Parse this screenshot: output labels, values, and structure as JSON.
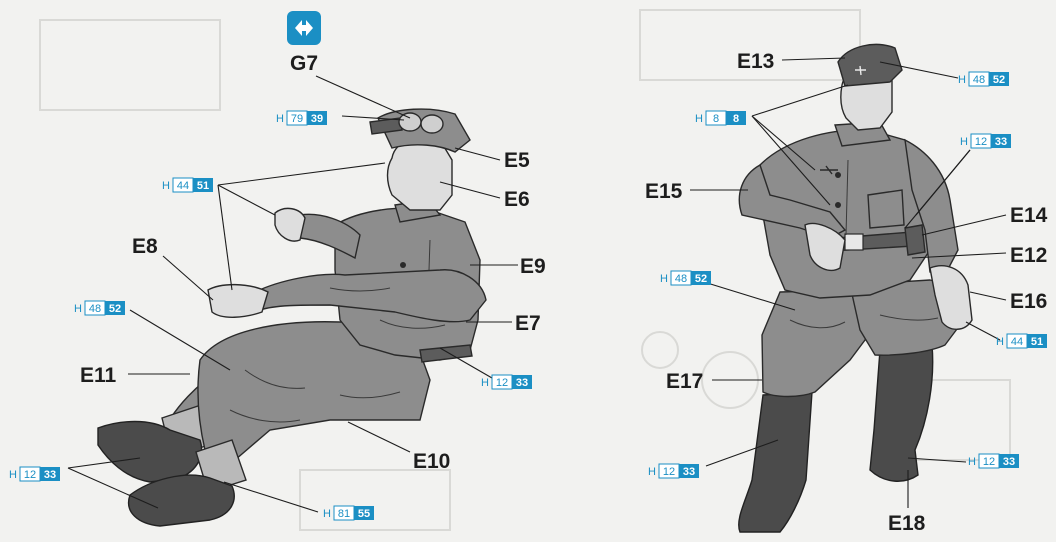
{
  "badge": {
    "label": "G7",
    "icon": "double-arrow-icon",
    "color": "#1b8fc4"
  },
  "colors": {
    "accent": "#1b8fc4",
    "uniform": "#8d8d8d",
    "boots": "#4b4b4b"
  },
  "left_figure": {
    "parts": [
      "E5",
      "E6",
      "E7",
      "E8",
      "E9",
      "E10",
      "E11"
    ],
    "paints": [
      {
        "prefix": "H",
        "a": "79",
        "b": "39"
      },
      {
        "prefix": "H",
        "a": "44",
        "b": "51"
      },
      {
        "prefix": "H",
        "a": "48",
        "b": "52"
      },
      {
        "prefix": "H",
        "a": "12",
        "b": "33"
      },
      {
        "prefix": "H",
        "a": "12",
        "b": "33"
      },
      {
        "prefix": "H",
        "a": "81",
        "b": "55"
      }
    ]
  },
  "right_figure": {
    "parts": [
      "E13",
      "E15",
      "E14",
      "E12",
      "E16",
      "E17",
      "E18"
    ],
    "paints": [
      {
        "prefix": "H",
        "a": "48",
        "b": "52"
      },
      {
        "prefix": "H",
        "a": "8",
        "b": "8"
      },
      {
        "prefix": "H",
        "a": "12",
        "b": "33"
      },
      {
        "prefix": "H",
        "a": "48",
        "b": "52"
      },
      {
        "prefix": "H",
        "a": "44",
        "b": "51"
      },
      {
        "prefix": "H",
        "a": "12",
        "b": "33"
      },
      {
        "prefix": "H",
        "a": "12",
        "b": "33"
      }
    ]
  }
}
